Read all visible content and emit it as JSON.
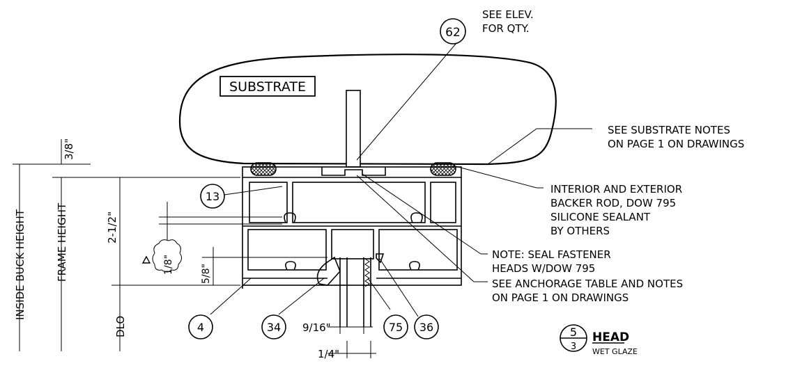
{
  "substrate": {
    "label": "SUBSTRATE",
    "note_line1": "SEE SUBSTRATE NOTES",
    "note_line2": "ON PAGE 1 ON DRAWINGS"
  },
  "tags": [
    {
      "id": "62",
      "label": "62"
    },
    {
      "id": "13",
      "label": "13"
    },
    {
      "id": "4",
      "label": "4"
    },
    {
      "id": "34",
      "label": "34"
    },
    {
      "id": "75",
      "label": "75"
    },
    {
      "id": "36",
      "label": "36"
    }
  ],
  "elev_note": {
    "line1": "SEE ELEV.",
    "line2": "FOR QTY."
  },
  "callouts": {
    "backer_rod": [
      "INTERIOR AND EXTERIOR",
      "BACKER ROD, DOW 795",
      "SILICONE SEALANT",
      "BY OTHERS"
    ],
    "fastener": [
      "NOTE: SEAL FASTENER",
      "HEADS W/DOW 795"
    ],
    "anchorage": [
      "SEE ANCHORAGE TABLE AND NOTES",
      "ON PAGE 1 ON DRAWINGS"
    ]
  },
  "dimensions": {
    "inside_buck_height": "INSIDE BUCK HEIGHT",
    "frame_height": "FRAME HEIGHT",
    "dlo": "DLO",
    "three_eighths": "3/8\"",
    "two_and_half": "2-1/2\"",
    "one_eighth": "1/8\"",
    "five_eighths": "5/8\"",
    "nine_sixteenths": "9/16\"",
    "quarter": "1/4\""
  },
  "detail_tag": {
    "number": "5",
    "sheet": "3",
    "title": "HEAD",
    "subtitle": "WET GLAZE"
  }
}
